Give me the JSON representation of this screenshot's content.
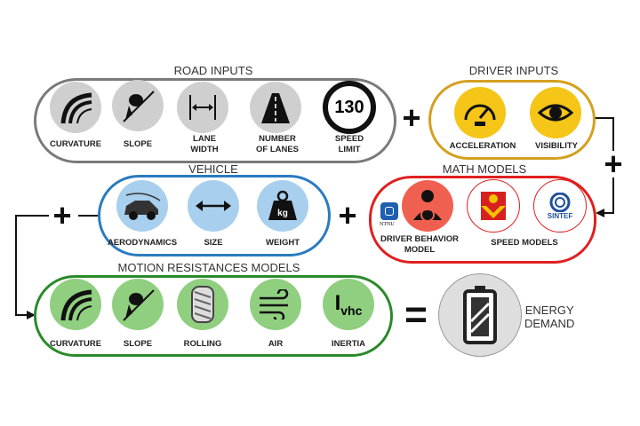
{
  "road_inputs": {
    "title": "ROAD INPUTS",
    "items": [
      "CURVATURE",
      "SLOPE",
      "LANE\nWIDTH",
      "NUMBER\nOF LANES",
      "SPEED\nLIMIT"
    ],
    "speed_value": "130"
  },
  "driver_inputs": {
    "title": "DRIVER INPUTS",
    "items": [
      "ACCELERATION",
      "VISIBILITY"
    ]
  },
  "vehicle": {
    "title": "VEHICLE",
    "items": [
      "AERODYNAMICS",
      "SIZE",
      "WEIGHT"
    ],
    "weight_unit": "kg"
  },
  "math_models": {
    "title": "MATH MODELS",
    "items": [
      "DRIVER BEHAVIOR\nMODEL",
      "SPEED MODELS"
    ],
    "ntnu": "NTNU",
    "sintef": "SINTEF"
  },
  "motion": {
    "title": "MOTION RESISTANCES MODELS",
    "items": [
      "CURVATURE",
      "SLOPE",
      "ROLLING",
      "AIR",
      "INERTIA"
    ],
    "inertia_symbol": "I",
    "inertia_sub": "vhc"
  },
  "operators": {
    "plus": "+",
    "equals": "="
  },
  "result": {
    "label": "ENERGY\nDEMAND"
  },
  "colors": {
    "road": "#7a7a7a",
    "driver": "#d4a020",
    "vehicle": "#2a7bc0",
    "math": "#e02020",
    "motion": "#2a8a2a"
  }
}
